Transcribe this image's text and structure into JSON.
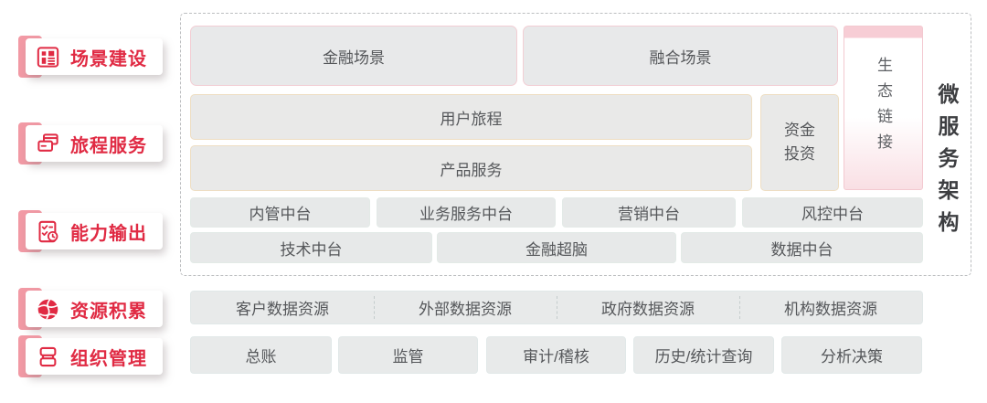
{
  "sidebar": {
    "items": [
      {
        "label": "场景建设",
        "icon": "layout-grid-icon"
      },
      {
        "label": "旅程服务",
        "icon": "cards-icon"
      },
      {
        "label": "能力输出",
        "icon": "checklist-clock-icon"
      },
      {
        "label": "资源积累",
        "icon": "globe-icon"
      },
      {
        "label": "组织管理",
        "icon": "org-flow-icon"
      }
    ]
  },
  "architecture": {
    "vertical_title": "微服务架构",
    "scene_row": [
      "金融场景",
      "融合场景"
    ],
    "journey_rows": [
      "用户旅程",
      "产品服务"
    ],
    "capital_box": "资金投资",
    "eco_box": "生态链接",
    "platform_row1": [
      "内管中台",
      "业务服务中台",
      "营销中台",
      "风控中台"
    ],
    "platform_row2": [
      "技术中台",
      "金融超脑",
      "数据中台"
    ]
  },
  "resource_row": [
    "客户数据资源",
    "外部数据资源",
    "政府数据资源",
    "机构数据资源"
  ],
  "management_row": [
    "总账",
    "监管",
    "审计/稽核",
    "历史/统计查询",
    "分析决策"
  ],
  "colors": {
    "accent_red": "#e02a43",
    "tab_pink": "#f29aa5",
    "box_fill": "#e8e9ea",
    "scene_border_pink": "#f2ced4",
    "journey_border_wheat": "#eedec3",
    "platform_border_mint": "#e3eae7",
    "vertical_title_dark": "#3d3e41",
    "box_text_gray": "#55575a"
  }
}
